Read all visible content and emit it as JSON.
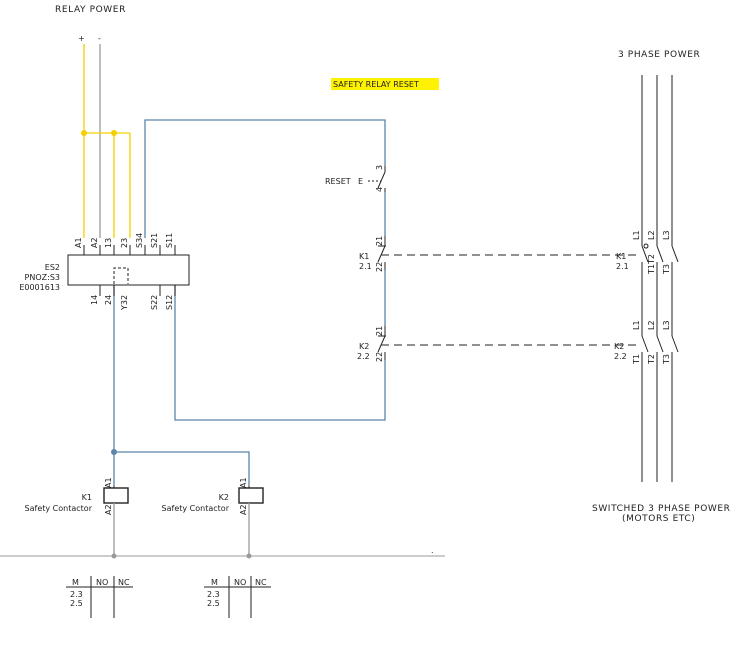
{
  "title_relay_power": "RELAY POWER",
  "supply": {
    "plus": "+",
    "minus": "-"
  },
  "title_reset": "SAFETY RELAY RESET",
  "title_3phase": "3 PHASE POWER",
  "title_switched_1": "SWITCHED 3 PHASE POWER",
  "title_switched_2": "(MOTORS ETC)",
  "relay": {
    "tag": "ES2",
    "model": "PNOZ:S3",
    "part": "E0001613",
    "top_terminals": [
      "A1",
      "A2",
      "13",
      "23",
      "S34",
      "S21",
      "S11"
    ],
    "bottom_terminals": [
      "14",
      "24",
      "Y32",
      "S22",
      "S12"
    ]
  },
  "reset": {
    "label": "RESET",
    "symbol": "E",
    "pin_top": "3",
    "pin_bottom": "4"
  },
  "k1_contact": {
    "tag": "K1",
    "ref": "2.1",
    "pin_top": "21",
    "pin_bottom": "22"
  },
  "k2_contact": {
    "tag": "K2",
    "ref": "2.2",
    "pin_top": "21",
    "pin_bottom": "22"
  },
  "power_k1": {
    "tag": "K1",
    "ref": "2.1",
    "lines": [
      "L1",
      "L2",
      "L3"
    ],
    "loads": [
      "T1",
      "T2",
      "T3"
    ]
  },
  "power_k2": {
    "tag": "K2",
    "ref": "2.2",
    "lines": [
      "L1",
      "L2",
      "L3"
    ],
    "loads": [
      "T1",
      "T2",
      "T3"
    ]
  },
  "coil_k1": {
    "tag": "K1",
    "desc": "Safety Contactor",
    "pin_top": "A1",
    "pin_bottom": "A2"
  },
  "coil_k2": {
    "tag": "K2",
    "desc": "Safety Contactor",
    "pin_top": "A1",
    "pin_bottom": "A2"
  },
  "bottom_dot": ".",
  "xref_k1": {
    "headers": [
      "M",
      "NO",
      "NC"
    ],
    "rows": [
      "2.3",
      "2.5"
    ]
  },
  "xref_k2": {
    "headers": [
      "M",
      "NO",
      "NC"
    ],
    "rows": [
      "2.3",
      "2.5"
    ]
  },
  "colors": {
    "yellow_wire": "#f5d000",
    "blue_wire": "#5b85a9",
    "grey_wire": "#9a9a9a",
    "ink": "#222222",
    "highlight": "#fff200"
  }
}
